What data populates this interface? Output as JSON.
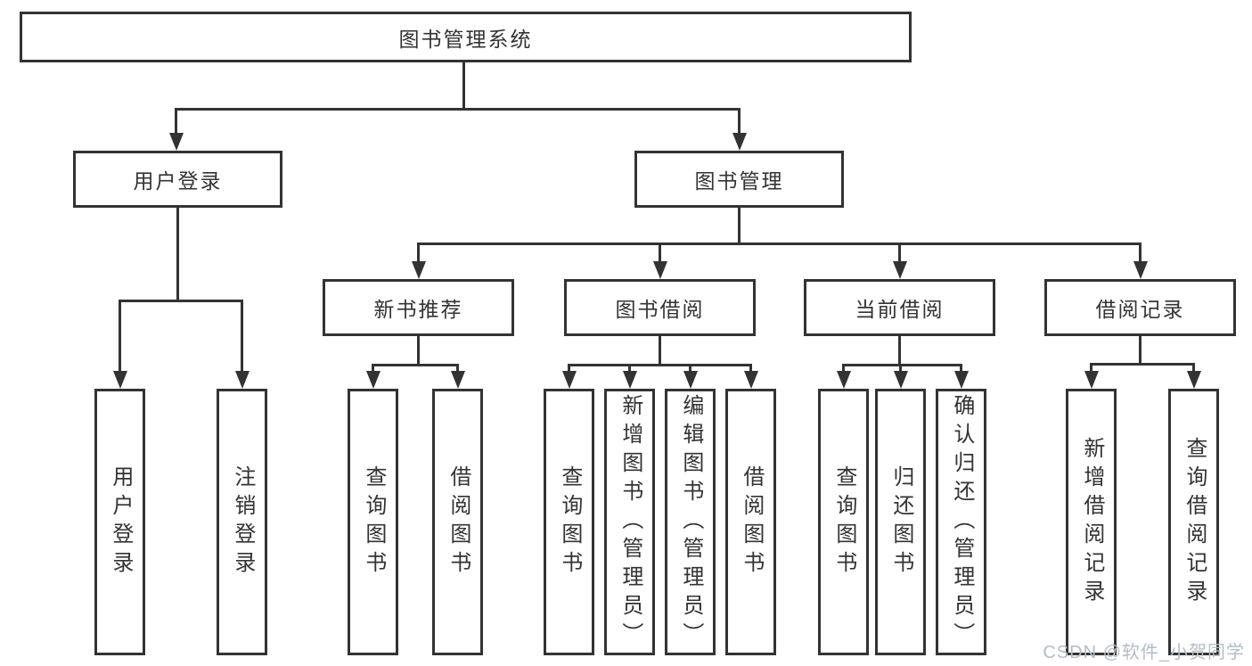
{
  "root": {
    "label": "图书管理系统"
  },
  "level2": [
    {
      "label": "用户登录"
    },
    {
      "label": "图书管理"
    }
  ],
  "level3": [
    {
      "label": "新书推荐",
      "parent": "图书管理"
    },
    {
      "label": "图书借阅",
      "parent": "图书管理"
    },
    {
      "label": "当前借阅",
      "parent": "图书管理"
    },
    {
      "label": "借阅记录",
      "parent": "图书管理"
    }
  ],
  "leaves": [
    {
      "label": "用户登录",
      "parent": "用户登录"
    },
    {
      "label": "注销登录",
      "parent": "用户登录"
    },
    {
      "label": "查询图书",
      "parent": "新书推荐"
    },
    {
      "label": "借阅图书",
      "parent": "新书推荐"
    },
    {
      "label": "查询图书",
      "parent": "图书借阅"
    },
    {
      "label": "新增图书（管理员）",
      "parent": "图书借阅"
    },
    {
      "label": "编辑图书（管理员）",
      "parent": "图书借阅"
    },
    {
      "label": "借阅图书",
      "parent": "图书借阅"
    },
    {
      "label": "查询图书",
      "parent": "当前借阅"
    },
    {
      "label": "归还图书",
      "parent": "当前借阅"
    },
    {
      "label": "确认归还（管理员）",
      "parent": "当前借阅"
    },
    {
      "label": "新增借阅记录",
      "parent": "借阅记录"
    },
    {
      "label": "查询借阅记录",
      "parent": "借阅记录"
    }
  ],
  "watermark": {
    "text": "CSDN @软件_小贺同学"
  },
  "colors": {
    "line": "#333333",
    "text": "#333333",
    "canvas": "#ffffff",
    "watermark": "#b7bcc4"
  }
}
